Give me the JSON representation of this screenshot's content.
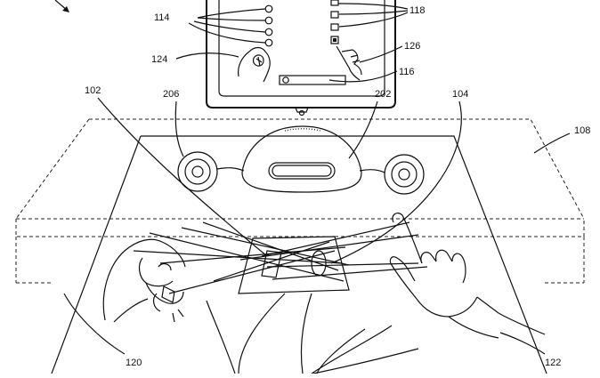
{
  "figure": {
    "labels": {
      "l114": "114",
      "l118": "118",
      "l124": "124",
      "l126": "126",
      "l116": "116",
      "l102": "102",
      "l206": "206",
      "l202": "202",
      "l104": "104",
      "l108": "108",
      "l120": "120",
      "l122": "122"
    }
  }
}
